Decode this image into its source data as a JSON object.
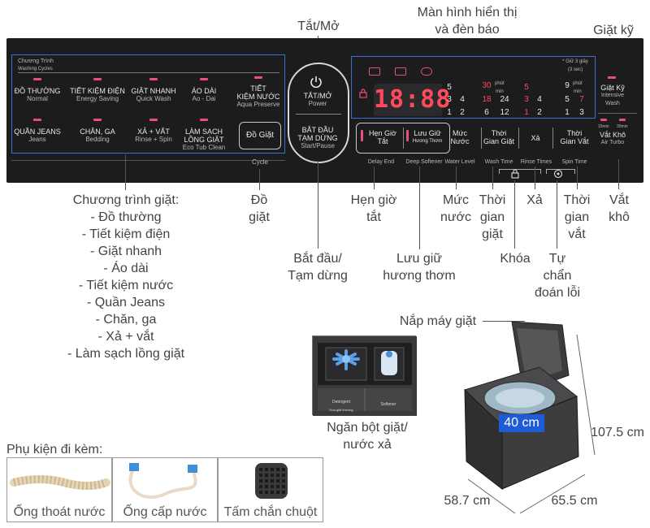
{
  "callouts": {
    "power": "Tắt/Mở",
    "display": [
      "Màn hình hiển thị",
      "và đèn báo"
    ],
    "intensive": "Giặt kỹ",
    "programs_title": "Chương trình giặt:",
    "programs": [
      "- Đồ thường",
      "- Tiết kiệm điện",
      "- Giặt nhanh",
      "- Áo dài",
      "- Tiết kiệm nước",
      "- Quần Jeans",
      "- Chăn, ga",
      "- Xả + vắt",
      "- Làm sạch lồng giặt"
    ],
    "cycle": [
      "Đồ",
      "giặt"
    ],
    "start": [
      "Bắt đầu/",
      "Tạm dừng"
    ],
    "delay": [
      "Hẹn giờ",
      "tắt"
    ],
    "softener": [
      "Lưu giữ",
      "hương thơm"
    ],
    "water": [
      "Mức",
      "nước"
    ],
    "washtime": [
      "Thời",
      "gian",
      "giặt"
    ],
    "rinse": "Xả",
    "spintime": [
      "Thời",
      "gian",
      "vắt"
    ],
    "airturbo": [
      "Vắt",
      "khô"
    ],
    "lock": "Khóa",
    "diag": [
      "Tự",
      "chẩn",
      "đoán lỗi"
    ],
    "lid": "Nắp máy giặt",
    "drawer": [
      "Ngăn bột giặt/",
      "nước xả"
    ],
    "dim_inner": "40 cm",
    "dim_height": "107.5 cm",
    "dim_width": "58.7 cm",
    "dim_depth": "65.5 cm"
  },
  "panel": {
    "cycles_title": "Chương Trình",
    "cycles_sub": "Washing Cycles",
    "cycles_row1": [
      {
        "vi": "ĐỒ THƯỜNG",
        "en": "Normal"
      },
      {
        "vi": "TIẾT KIỆM ĐIỆN",
        "en": "Energy Saving"
      },
      {
        "vi": "GIẶT NHANH",
        "en": "Quick Wash"
      },
      {
        "vi": "ÁO DÀI",
        "en": "Ao - Dai"
      },
      {
        "vi": "TIẾT",
        "vi2": "KIỆM NƯỚC",
        "en": "Aqua Preserve"
      }
    ],
    "cycles_row2": [
      {
        "vi": "QUẦN JEANS",
        "en": "Jeans"
      },
      {
        "vi": "CHĂN, GA",
        "en": "Bedding"
      },
      {
        "vi": "XẢ + VẮT",
        "en": "Rinse + Spin"
      },
      {
        "vi": "LÀM SẠCH",
        "vi2": "LỒNG GIẶT",
        "en": "Eco Tub Clean"
      }
    ],
    "cycle_btn": "Đồ Giặt",
    "cycle_en": "Cycle",
    "power_vi": "TẮT/MỞ",
    "power_en": "Power",
    "start_vi": "BẮT ĐẦU",
    "start_vi2": "TẠM DỪNG",
    "start_en": "Start/Pause",
    "delay_vi": "Hẹn Giờ",
    "delay_vi2": "Tắt",
    "delay_en": "Delay End",
    "soft_vi": "Lưu Giữ",
    "soft_vi2": "Hương Thơm",
    "soft_en": "Deep Softener",
    "water_vi": "Mức",
    "water_vi2": "Nước",
    "water_en": "Water Level",
    "wtime_vi": "Thời",
    "wtime_vi2": "Gian Giặt",
    "wtime_en": "Wash Time",
    "rinse_vi": "Xả",
    "rinse_en": "Rinse Times",
    "stime_vi": "Thời",
    "stime_vi2": "Gian Vắt",
    "stime_en": "Spin Time",
    "display_digits": "18:88",
    "note_3s": "* Giữ 3 giây",
    "note_3s_en": "(3 sec)",
    "phut": "phút",
    "min": "min",
    "intensive_vi": "Giặt Kỹ",
    "intensive_en": "Intensive",
    "intensive_en2": "Wash",
    "turbo_15": "15min",
    "turbo_30": "30min",
    "turbo_vi": "Vắt Khô",
    "turbo_en": "Air Turbo",
    "col_water": [
      "5",
      "3",
      "4",
      "1",
      "2"
    ],
    "col_wash": [
      "30",
      "18",
      "24",
      "6",
      "12"
    ],
    "col_rinse": [
      "5",
      "3",
      "4",
      "1",
      "2"
    ],
    "col_spin": [
      "9",
      "5",
      "7",
      "1",
      "3"
    ],
    "drawer_left": "Detergent",
    "drawer_left_sub": "Hóa giặt thường",
    "drawer_right": "Softener"
  },
  "accessories": {
    "title": "Phụ kiện đi kèm:",
    "items": [
      "Ống thoát nước",
      "Ống cấp nước",
      "Tấm chắn chuột"
    ]
  },
  "colors": {
    "panel_bg": "#1c1c1d",
    "led_pink": "#e8507a",
    "display_red": "#ff4a5d",
    "callout_line": "#555555",
    "machine_body": "#3a3a3c",
    "dimension_blue": "#1e5bd6"
  }
}
